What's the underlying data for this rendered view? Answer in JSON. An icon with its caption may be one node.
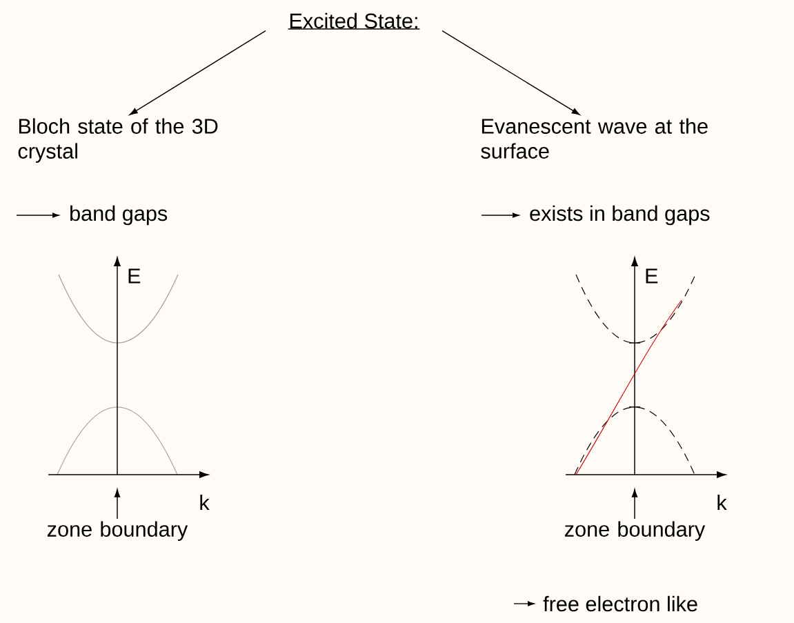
{
  "diagram": {
    "nodes": [
      {
        "text": [
          "Excited State:"
        ]
      },
      {
        "text": [
          "Bloch state of the 3D crystal"
        ]
      },
      {
        "text": [
          "Evanescent wave at the surface"
        ]
      },
      {
        "text": [
          "zone boundary"
        ]
      },
      {
        "text": [
          "zone boundary"
        ]
      }
    ],
    "edges": [
      {
        "from": 0,
        "to": 1,
        "arrow": "to"
      },
      {
        "from": 0,
        "to": 2,
        "arrow": "to"
      },
      {
        "from": 3,
        "to": null,
        "arrow": "to"
      },
      {
        "from": 4,
        "to": null,
        "arrow": "to"
      }
    ],
    "labels": [
      "band gaps",
      "exists in band gaps",
      "E",
      "E",
      "k",
      "k",
      "free electron like"
    ]
  }
}
